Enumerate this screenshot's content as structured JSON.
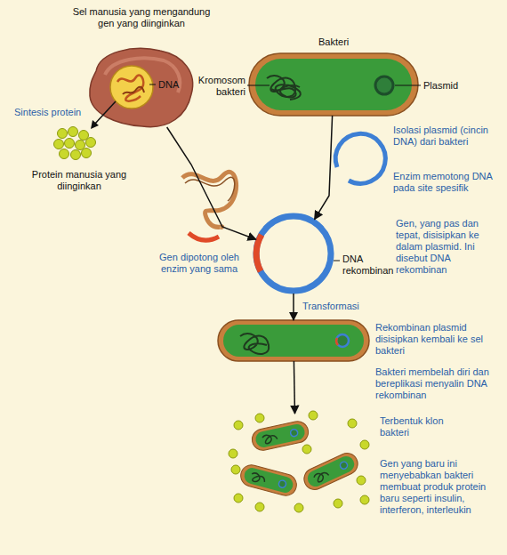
{
  "diagram": {
    "nodes": [
      {
        "text": [
          "Sel manusia yang mengandung gen yang diinginkan"
        ]
      },
      {
        "text": [
          "Bakteri"
        ]
      },
      {
        "text": [
          "DNA rekombinan"
        ]
      },
      {
        "text": [
          "Rekombinan plasmid disisipkan kembali ke sel bakteri"
        ]
      },
      {
        "text": [
          "Terbentuk klon bakteri"
        ]
      }
    ],
    "edges": [
      {
        "from": 0,
        "to": 2,
        "arrow": "to"
      },
      {
        "from": 1,
        "to": 2,
        "arrow": "to"
      },
      {
        "from": 2,
        "to": 3,
        "arrow": "to",
        "label": "Transformasi"
      },
      {
        "from": 3,
        "to": 4,
        "arrow": "to"
      }
    ],
    "labels": [
      "DNA",
      "Sintesis protein",
      "Protein manusia yang diinginkan",
      "Gen dipotong oleh enzim yang sama",
      "Kromosom bakteri",
      "Plasmid",
      "Isolasi plasmid (cincin DNA) dari bakteri",
      "Enzim memotong DNA pada site spesifik",
      "Gen, yang pas dan tepat, disisipkan ke dalam plasmid. Ini disebut DNA rekombinan",
      "Bakteri membelah diri dan bereplikasi menyalin DNA rekombinan",
      "Gen yang baru ini menyebabkan bakteri membuat produk protein baru seperti insulin, interferon, interleukin"
    ]
  }
}
